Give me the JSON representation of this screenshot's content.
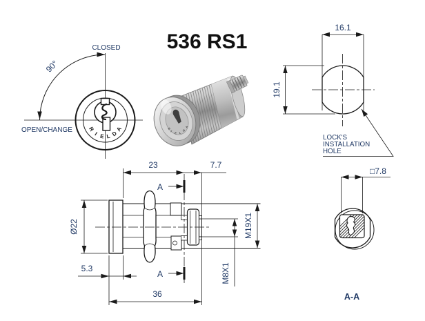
{
  "title": "536 RS1",
  "colors": {
    "annotation_text": "#1f3864",
    "drawing_line": "#1a1a1a",
    "background": "#ffffff",
    "metal_light": "#f0f0f0",
    "metal_dark": "#8e8e8e"
  },
  "front_view": {
    "closed_label": "CLOSED",
    "open_label": "OPEN/CHANGE",
    "angle_label": "90°",
    "brand_letters": [
      "R",
      "I",
      "E",
      "L",
      "D",
      "A"
    ]
  },
  "installation_view": {
    "width_dim": "16.1",
    "height_dim": "19.1",
    "note_line1": "LOCK'S",
    "note_line2": "INSTALLATION",
    "note_line3": "HOLE"
  },
  "side_view": {
    "dim_length_body": "23",
    "dim_length_tail": "7.7",
    "dim_flange_diameter": "Ø22",
    "dim_flange_thickness": "5.3",
    "dim_total_length": "36",
    "thread_body": "M19X1",
    "thread_tail": "M8X1",
    "section_marker": "A"
  },
  "section_view": {
    "square_dim": "□7.8",
    "label": "A-A"
  }
}
